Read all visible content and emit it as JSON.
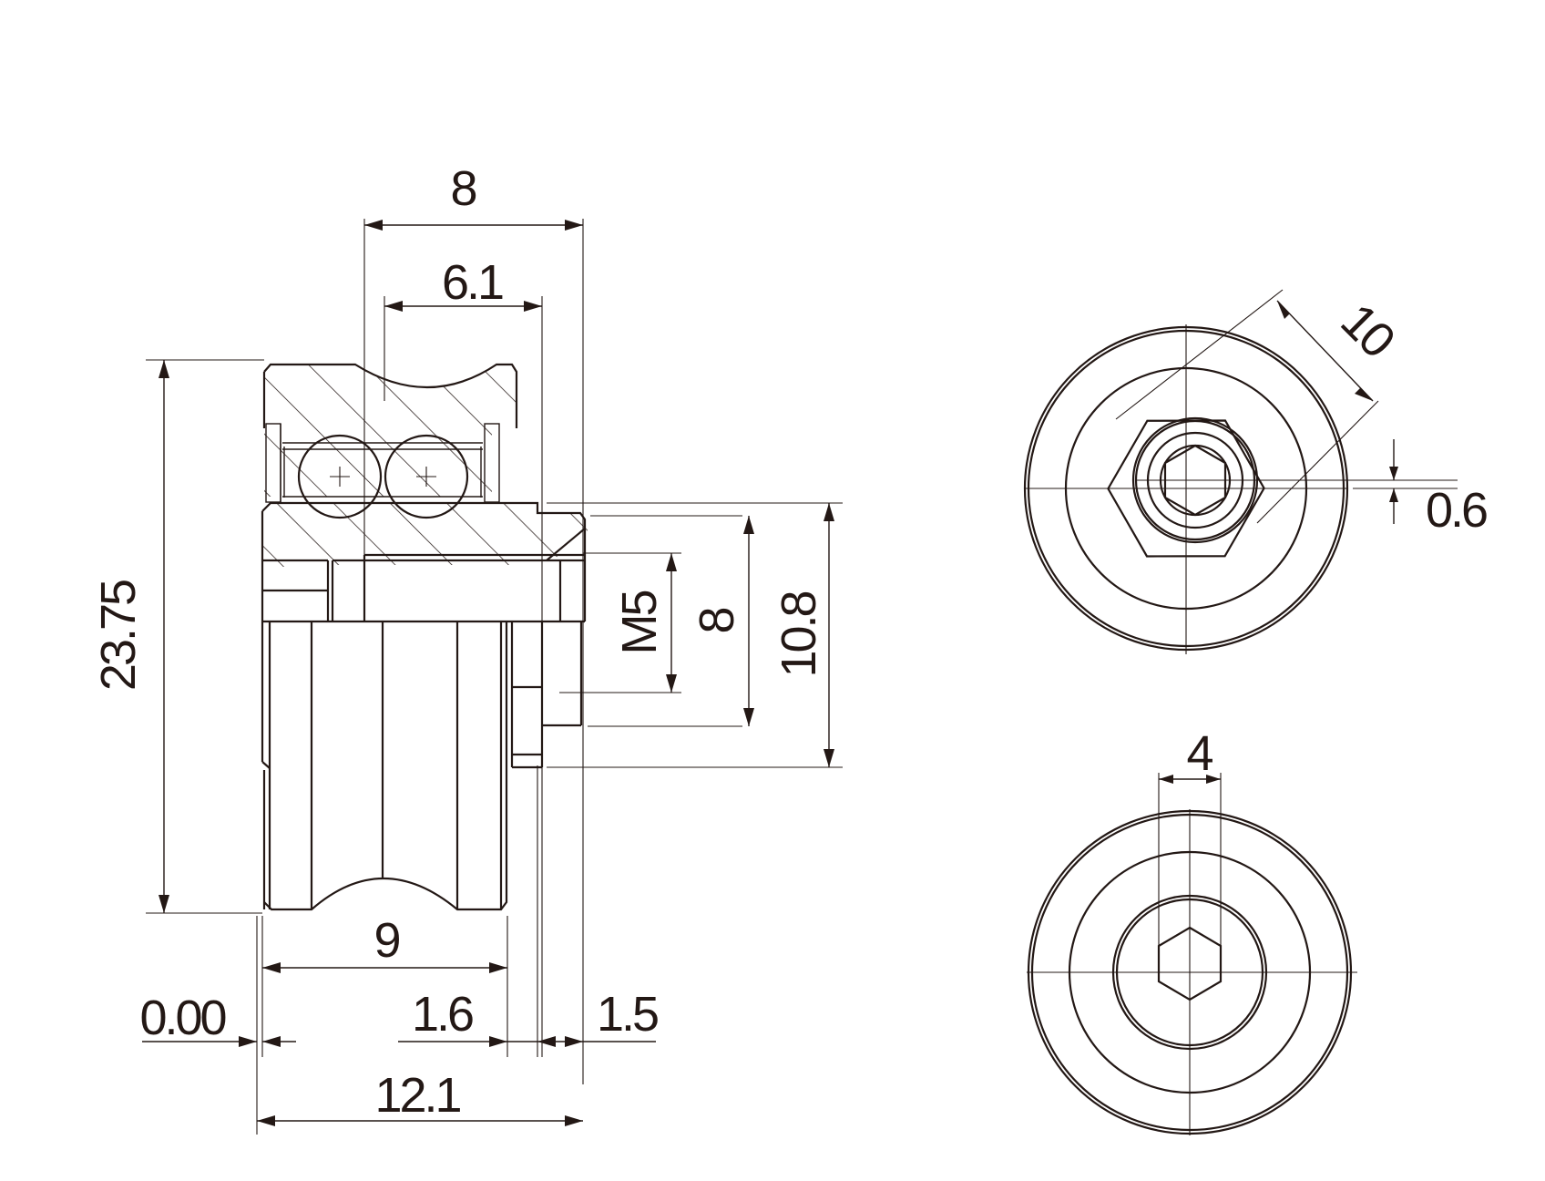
{
  "drawing": {
    "title": "Bearing wheel with M5 eccentric shaft - technical drawing",
    "stroke_color": "#231815",
    "background": "#ffffff",
    "views": {
      "section_view": {
        "dimensions": {
          "overall_top_width": "8",
          "groove_width": "6.1",
          "outer_diameter": "23.75",
          "thread": "M5",
          "shaft_diameter": "8",
          "flange_diameter": "10.8",
          "wheel_width": "9",
          "offset_left": "0.00",
          "gap_1": "1.6",
          "gap_2": "1.5",
          "overall_width": "12.1"
        }
      },
      "front_view": {
        "dimensions": {
          "hex_across_flats": "10",
          "eccentricity": "0.6"
        }
      },
      "rear_view": {
        "dimensions": {
          "hex_socket": "4"
        }
      }
    }
  }
}
